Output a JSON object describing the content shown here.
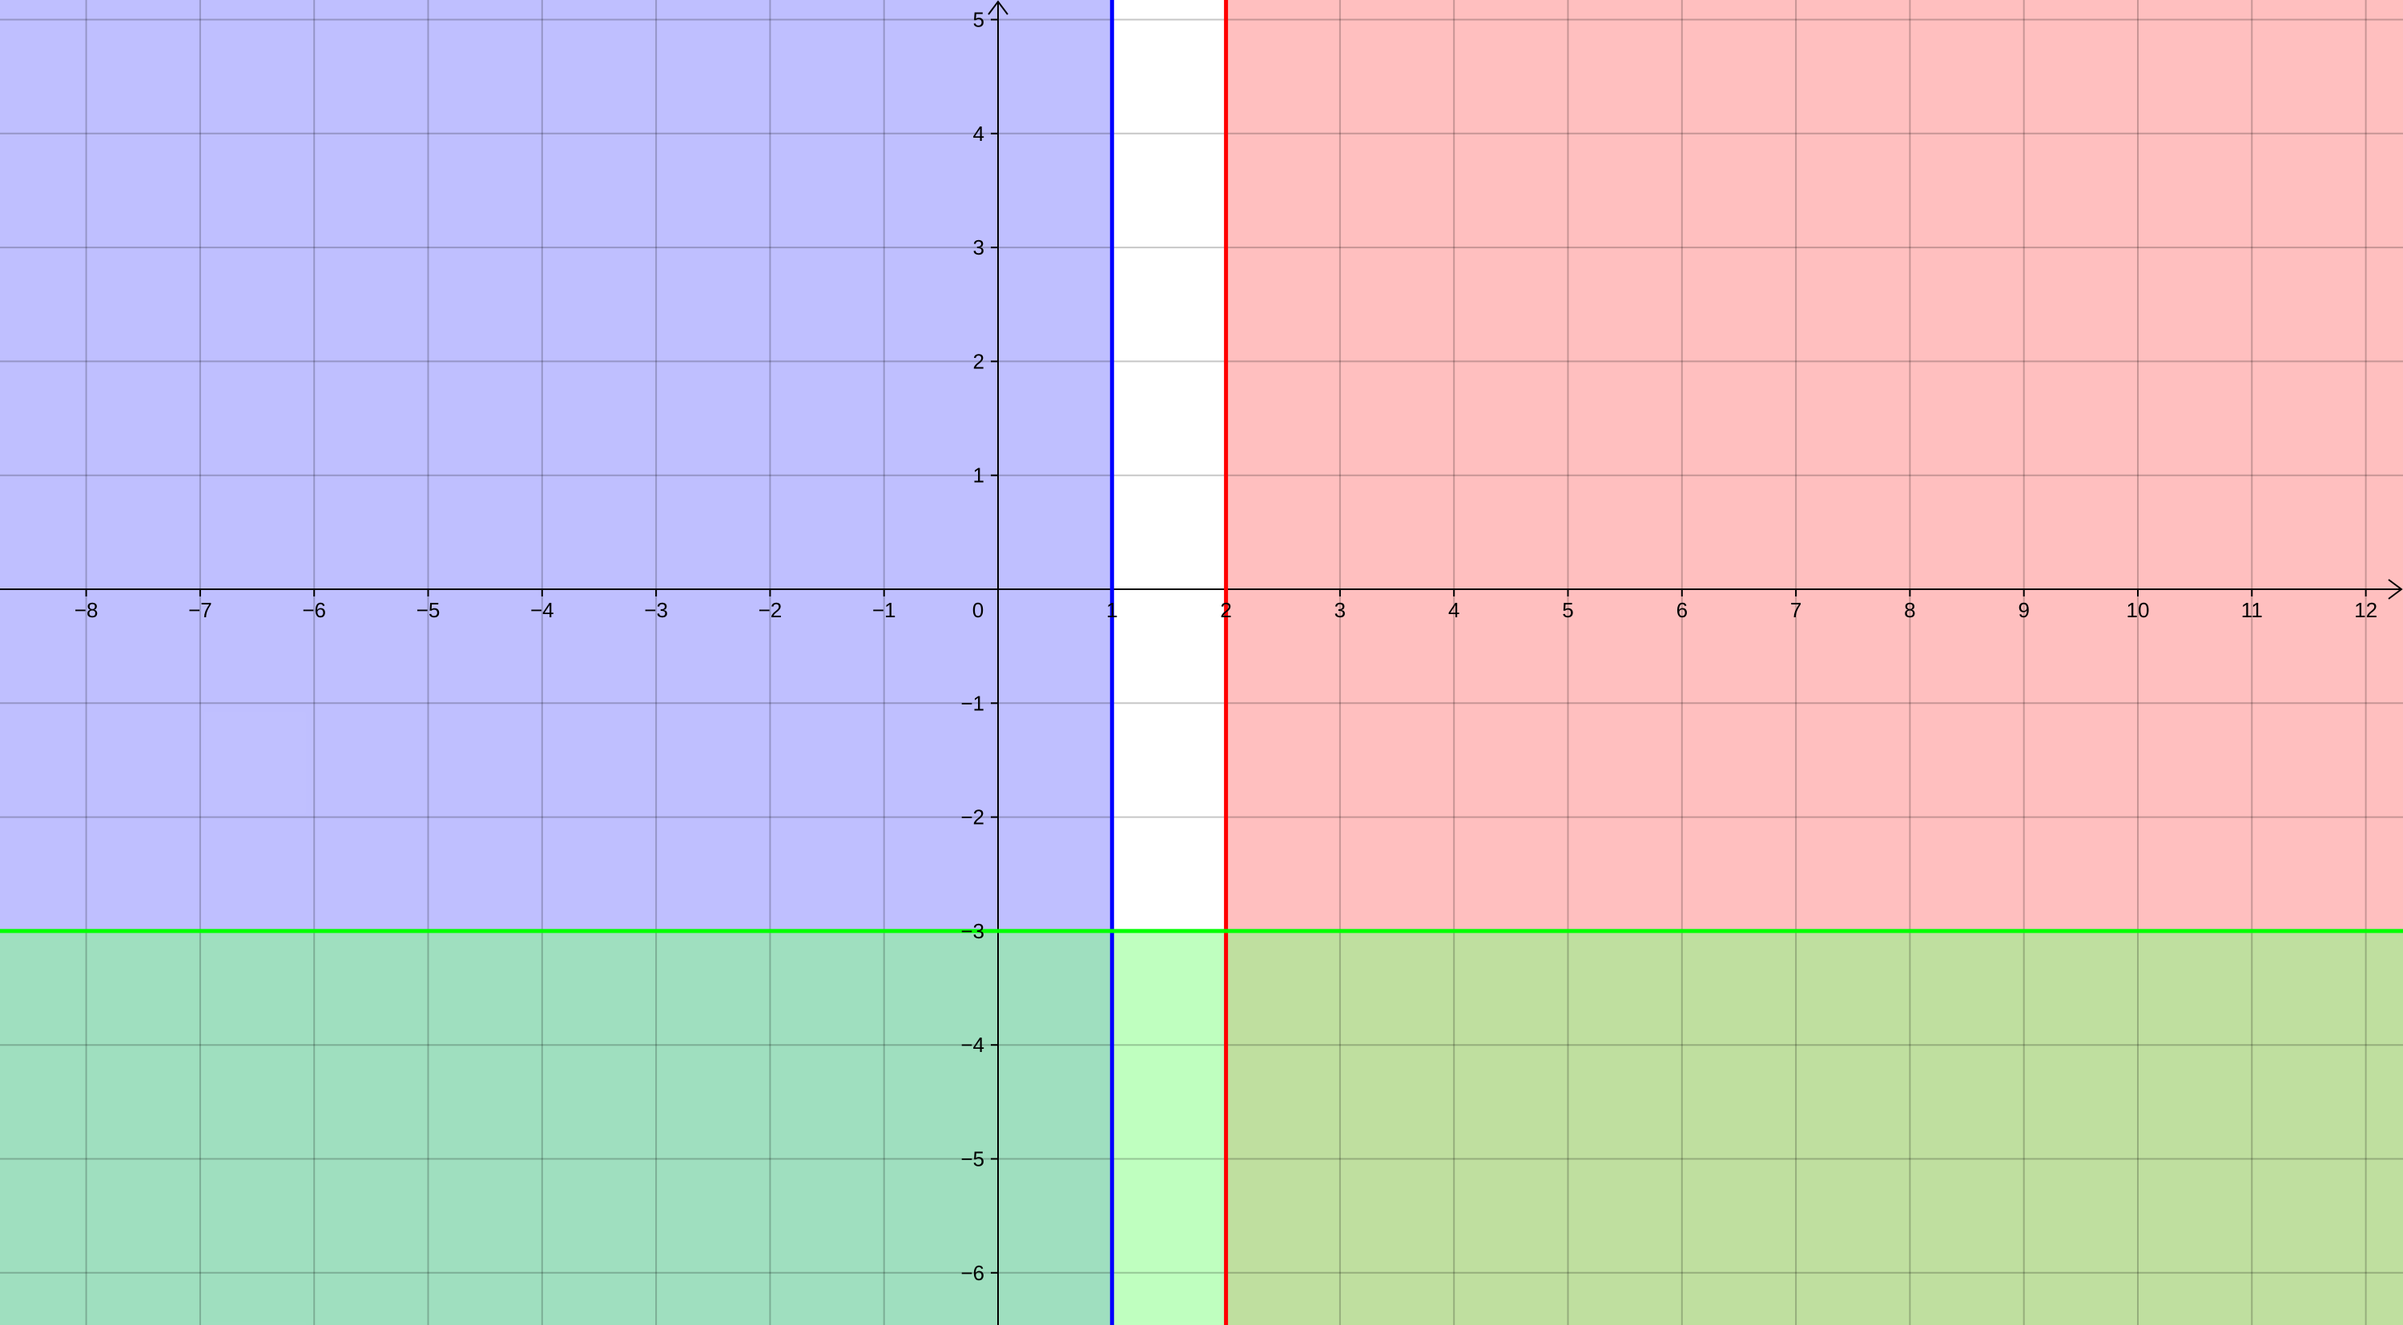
{
  "chart_data": {
    "type": "area",
    "title": "",
    "xlabel": "",
    "ylabel": "",
    "xlim": [
      -8.8,
      12.3
    ],
    "ylim": [
      -6.5,
      5.2
    ],
    "grid": true,
    "x_ticks": [
      -8,
      -7,
      -6,
      -5,
      -4,
      -3,
      -2,
      -1,
      1,
      2,
      3,
      4,
      5,
      6,
      7,
      8,
      9,
      10,
      11,
      12
    ],
    "y_ticks": [
      -6,
      -5,
      -4,
      -3,
      -2,
      -1,
      1,
      2,
      3,
      4,
      5
    ],
    "x_tick_labels": [
      "−8",
      "−7",
      "−6",
      "−5",
      "−4",
      "−3",
      "−2",
      "−1",
      "1",
      "2",
      "3",
      "4",
      "5",
      "6",
      "7",
      "8",
      "9",
      "10",
      "11",
      "12"
    ],
    "y_tick_labels": [
      "−6",
      "−5",
      "−4",
      "−3",
      "−2",
      "−1",
      "1",
      "2",
      "3",
      "4",
      "5"
    ],
    "origin_label": "0",
    "regions": [
      {
        "condition": "x ≤ 1",
        "boundary": {
          "axis": "x",
          "value": 1
        },
        "side": "below",
        "fill": "#8080ff",
        "line": "#0000ff"
      },
      {
        "condition": "x ≥ 2",
        "boundary": {
          "axis": "x",
          "value": 2
        },
        "side": "above",
        "fill": "#ff8080",
        "line": "#ff0000"
      },
      {
        "condition": "y ≤ -3",
        "boundary": {
          "axis": "y",
          "value": -3
        },
        "side": "below",
        "fill": "#80ff80",
        "line": "#00ff00"
      }
    ],
    "fill_opacity": 0.5
  }
}
